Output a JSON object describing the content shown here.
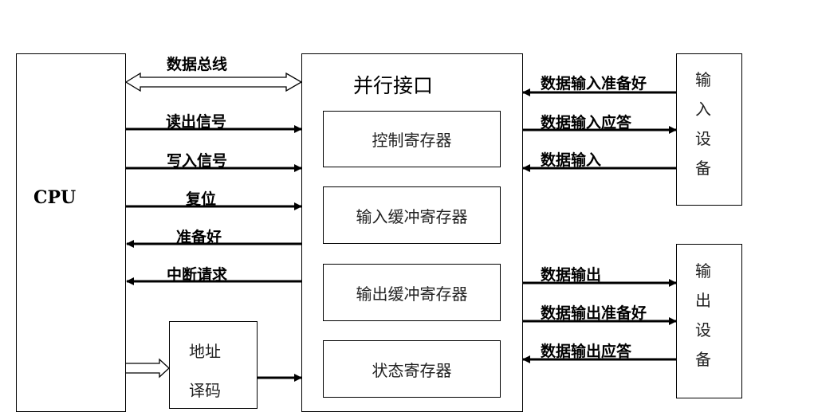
{
  "cpu": {
    "label": "CPU"
  },
  "interface": {
    "title": "并行接口",
    "registers": [
      "控制寄存器",
      "输入缓冲寄存器",
      "输出缓冲寄存器",
      "状态寄存器"
    ]
  },
  "decoder": {
    "line1": "地址",
    "line2": "译码"
  },
  "input_device": {
    "chars": [
      "输",
      "入",
      "设",
      "备"
    ]
  },
  "output_device": {
    "chars": [
      "输",
      "出",
      "设",
      "备"
    ]
  },
  "cpu_signals": {
    "data_bus": "数据总线",
    "read": "读出信号",
    "write": "写入信号",
    "reset": "复位",
    "ready": "准备好",
    "interrupt": "中断请求"
  },
  "input_signals": {
    "input_ready": "数据输入准备好",
    "input_ack": "数据输入应答",
    "input_data": "数据输入"
  },
  "output_signals": {
    "output_data": "数据输出",
    "output_ready": "数据输出准备好",
    "output_ack": "数据输出应答"
  }
}
